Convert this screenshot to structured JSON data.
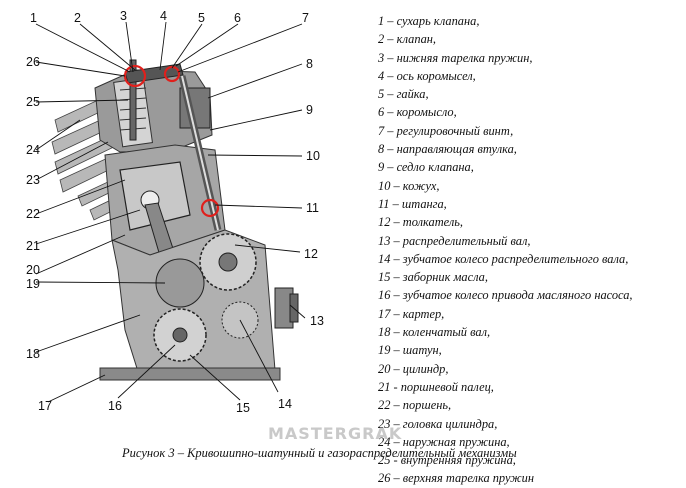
{
  "legend": [
    "1 – сухарь клапана,",
    "2 – клапан,",
    "3 – нижняя тарелка пружин,",
    "4 – ось коромысел,",
    "5 – гайка,",
    "6 – коромысло,",
    "7 – регулировочный винт,",
    "8 – направляющая втулка,",
    "9 – седло клапана,",
    "10 – кожух,",
    "11 – штанга,",
    "12 – толкатель,",
    "13 – распределительный вал,",
    "14 – зубчатое колесо распределительного вала,",
    "15 – заборник масла,",
    "16 – зубчатое колесо привода масляного насоса,",
    "17 – картер,",
    "18 – коленчатый вал,",
    "19 – шатун,",
    "20 – цилиндр,",
    "21 - поршневой палец,",
    "22 – поршень,",
    "23 – головка  цилиндра,",
    "24 – наружная пружина,",
    "25 - внутренняя пружина,",
    "26 – верхняя тарелка пружин"
  ],
  "callouts": [
    "1",
    "2",
    "3",
    "4",
    "5",
    "6",
    "7",
    "8",
    "9",
    "10",
    "11",
    "12",
    "13",
    "14",
    "15",
    "16",
    "17",
    "18",
    "19",
    "20",
    "21",
    "22",
    "23",
    "24",
    "25",
    "26"
  ],
  "caption": "Рисунок 3 – Кривошипно-шатунный и газораспределительный механизмы",
  "watermark": "MASTERGRAK",
  "colors": {
    "highlight_circle": "#e0201c",
    "drawing": "#333333"
  }
}
